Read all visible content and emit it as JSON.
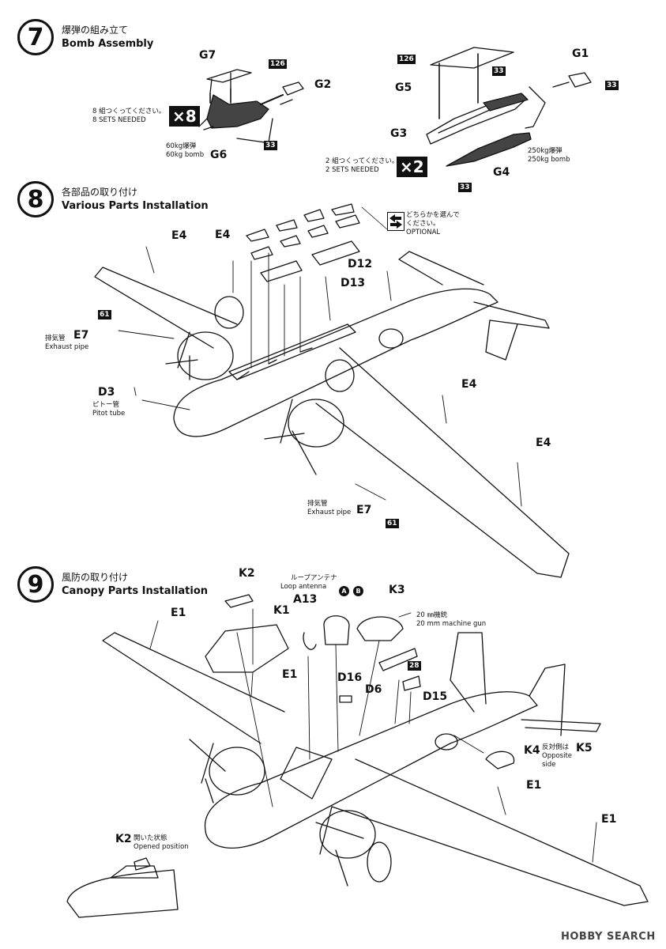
{
  "steps": [
    {
      "number": "7",
      "title_ja": "爆弾の組み立て",
      "title_en": "Bomb Assembly"
    },
    {
      "number": "8",
      "title_ja": "各部品の取り付け",
      "title_en": "Various Parts Installation"
    },
    {
      "number": "9",
      "title_ja": "風防の取り付け",
      "title_en": "Canopy Parts Installation"
    }
  ],
  "step7": {
    "left": {
      "g7": "G7",
      "g2": "G2",
      "g6": "G6",
      "badge126": "126",
      "badge33": "33",
      "mult": "×8",
      "needed_ja": "8 組つくってください。",
      "needed_en": "8 SETS NEEDED",
      "bomb_ja": "60kg爆弾",
      "bomb_en": "60kg bomb"
    },
    "right": {
      "g1": "G1",
      "g5": "G5",
      "g3": "G3",
      "g4": "G4",
      "badge126": "126",
      "badge33": "33",
      "mult": "×2",
      "needed_ja": "2 組つくってください。",
      "needed_en": "2 SETS NEEDED",
      "bomb_ja": "250kg爆弾",
      "bomb_en": "250kg bomb"
    }
  },
  "step8": {
    "e4": "E4",
    "e7": "E7",
    "d3": "D3",
    "d12": "D12",
    "d13": "D13",
    "badge61": "61",
    "exhaust_ja": "排気管",
    "exhaust_en": "Exhaust pipe",
    "pitot_ja": "ピトー管",
    "pitot_en": "Pitot tube",
    "optional_ja1": "どちらかを選んで",
    "optional_ja2": "ください。",
    "optional_en": "OPTIONAL"
  },
  "step9": {
    "e1": "E1",
    "k1": "K1",
    "k2": "K2",
    "k3": "K3",
    "k4": "K4",
    "k5": "K5",
    "a13": "A13",
    "d16": "D16",
    "d6": "D6",
    "d15": "D15",
    "badge28": "28",
    "ab_a": "A",
    "ab_b": "B",
    "loop_ja": "ループアンテナ",
    "loop_en": "Loop antenna",
    "gun_ja": "20 ㎜機銃",
    "gun_en": "20 mm machine gun",
    "opposite_ja": "反対側は",
    "opposite_en1": "Opposite",
    "opposite_en2": "side",
    "opened_ja": "開いた状態",
    "opened_en": "Opened position"
  },
  "watermark": "HOBBY SEARCH"
}
